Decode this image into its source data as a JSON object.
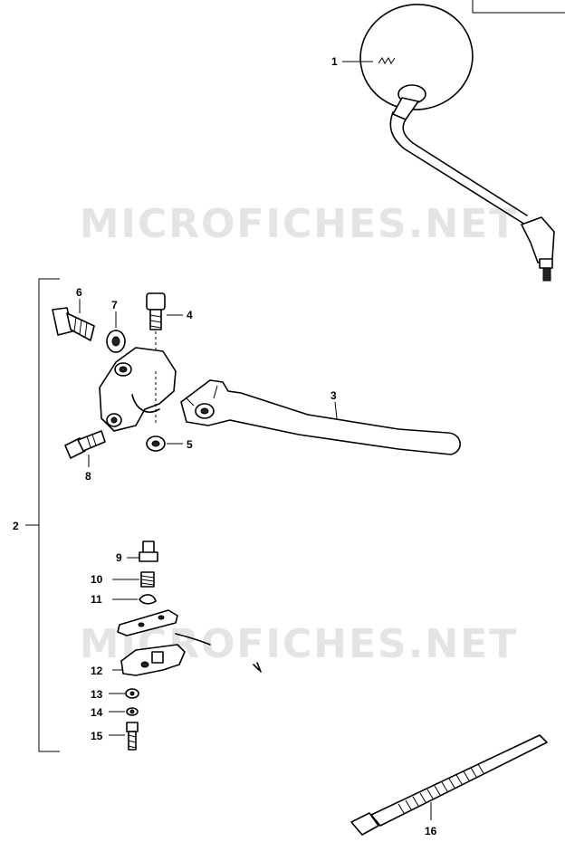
{
  "watermarks": {
    "top": "MICROFICHES.NET",
    "bottom": "MICROFICHES.NET"
  },
  "labels": {
    "p1": "1",
    "p2": "2",
    "p3": "3",
    "p4": "4",
    "p5": "5",
    "p6": "6",
    "p7": "7",
    "p8": "8",
    "p9": "9",
    "p10": "10",
    "p11": "11",
    "p12": "12",
    "p13": "13",
    "p14": "14",
    "p15": "15",
    "p16": "16"
  }
}
